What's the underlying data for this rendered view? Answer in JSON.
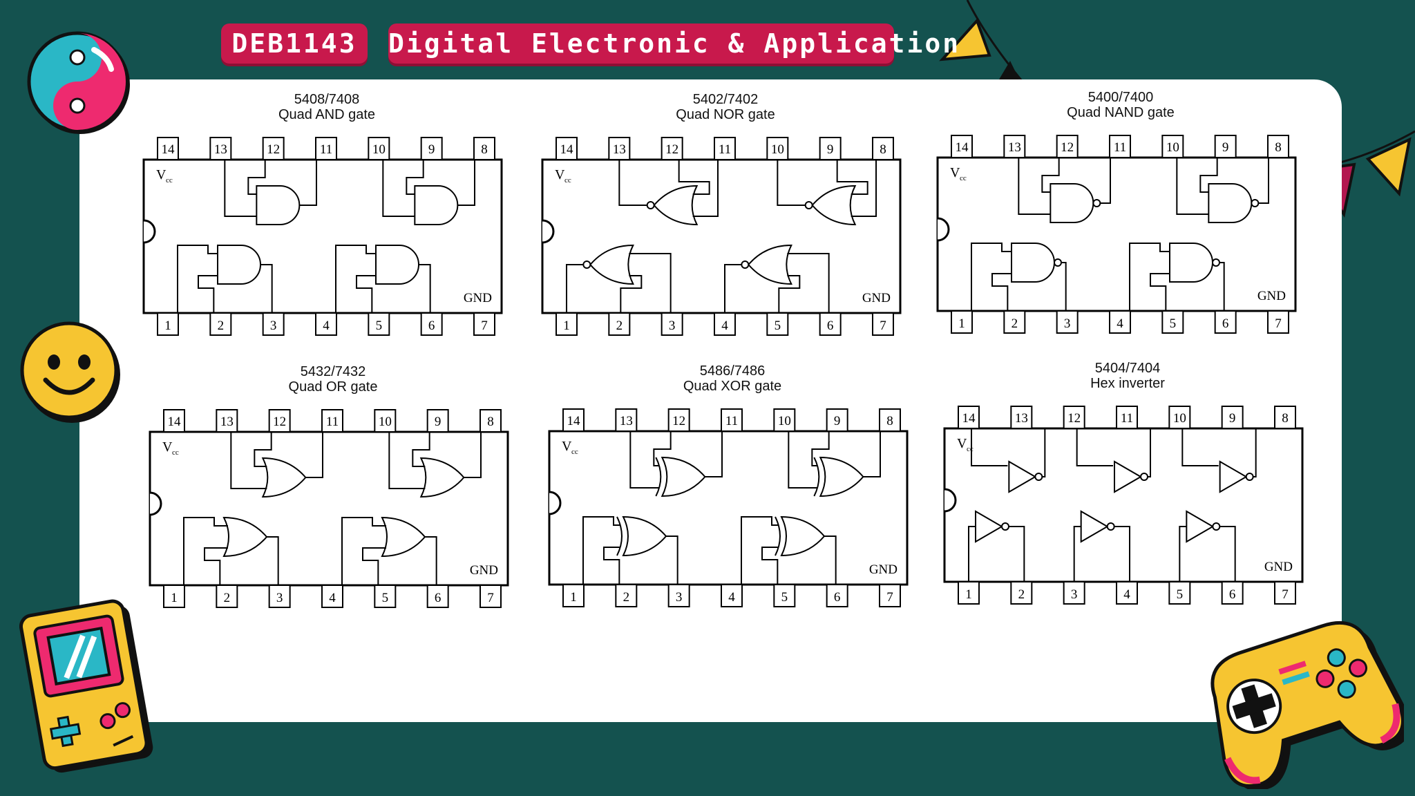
{
  "header": {
    "code": "DEB1143",
    "title": "Digital Electronic & Application"
  },
  "chips": [
    {
      "id": "and",
      "part": "5408/7408",
      "name": "Quad AND gate",
      "gate": "and",
      "vcc": "V",
      "vcc_sub": "cc",
      "gnd": "GND",
      "top_pins": [
        "14",
        "13",
        "12",
        "11",
        "10",
        "9",
        "8"
      ],
      "bottom_pins": [
        "1",
        "2",
        "3",
        "4",
        "5",
        "6",
        "7"
      ]
    },
    {
      "id": "nor",
      "part": "5402/7402",
      "name": "Quad NOR gate",
      "gate": "nor",
      "vcc": "V",
      "vcc_sub": "cc",
      "gnd": "GND",
      "top_pins": [
        "14",
        "13",
        "12",
        "11",
        "10",
        "9",
        "8"
      ],
      "bottom_pins": [
        "1",
        "2",
        "3",
        "4",
        "5",
        "6",
        "7"
      ]
    },
    {
      "id": "nand",
      "part": "5400/7400",
      "name": "Quad NAND gate",
      "gate": "nand",
      "vcc": "V",
      "vcc_sub": "cc",
      "gnd": "GND",
      "top_pins": [
        "14",
        "13",
        "12",
        "11",
        "10",
        "9",
        "8"
      ],
      "bottom_pins": [
        "1",
        "2",
        "3",
        "4",
        "5",
        "6",
        "7"
      ]
    },
    {
      "id": "or",
      "part": "5432/7432",
      "name": "Quad OR gate",
      "gate": "or",
      "vcc": "V",
      "vcc_sub": "cc",
      "gnd": "GND",
      "top_pins": [
        "14",
        "13",
        "12",
        "11",
        "10",
        "9",
        "8"
      ],
      "bottom_pins": [
        "1",
        "2",
        "3",
        "4",
        "5",
        "6",
        "7"
      ]
    },
    {
      "id": "xor",
      "part": "5486/7486",
      "name": "Quad XOR gate",
      "gate": "xor",
      "vcc": "V",
      "vcc_sub": "cc",
      "gnd": "GND",
      "top_pins": [
        "14",
        "13",
        "12",
        "11",
        "10",
        "9",
        "8"
      ],
      "bottom_pins": [
        "1",
        "2",
        "3",
        "4",
        "5",
        "6",
        "7"
      ]
    },
    {
      "id": "not",
      "part": "5404/7404",
      "name": "Hex inverter",
      "gate": "not",
      "vcc": "V",
      "vcc_sub": "cc",
      "gnd": "GND",
      "top_pins": [
        "14",
        "13",
        "12",
        "11",
        "10",
        "9",
        "8"
      ],
      "bottom_pins": [
        "1",
        "2",
        "3",
        "4",
        "5",
        "6",
        "7"
      ]
    }
  ],
  "colors": {
    "background": "#14524f",
    "pill": "#c8194c",
    "yellow": "#f6c531",
    "teal": "#2ab7c6",
    "pink": "#ee2a6f",
    "maroon": "#b3164f"
  },
  "icons": [
    "yin-yang-icon",
    "smiley-icon",
    "gameboy-icon",
    "gamepad-icon",
    "bunting-icon"
  ]
}
